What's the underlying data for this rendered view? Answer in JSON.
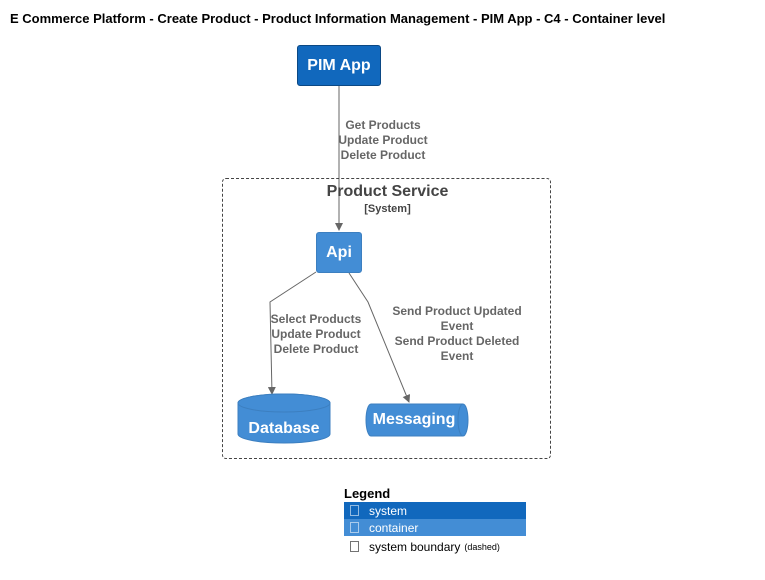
{
  "title": "E Commerce Platform - Create Product - Product Information Management - PIM App - C4 - Container level",
  "nodes": {
    "pim_app": "PIM App",
    "api": "Api",
    "database": "Database",
    "messaging": "Messaging"
  },
  "boundary": {
    "name": "Product Service",
    "type": "[System]"
  },
  "edges": {
    "pim_to_api": [
      "Get Products",
      "Update Product",
      "Delete Product"
    ],
    "api_to_db": [
      "Select Products",
      "Update Product",
      "Delete Product"
    ],
    "api_to_messaging": [
      "Send Product Updated",
      "Event",
      "Send Product Deleted",
      "Event"
    ]
  },
  "legend": {
    "title": "Legend",
    "items": [
      {
        "label": "system",
        "note": "",
        "color": "#1168bd",
        "text_color": "#ffffff"
      },
      {
        "label": "container",
        "note": "",
        "color": "#438dd5",
        "text_color": "#ffffff"
      },
      {
        "label": "system boundary",
        "note": "(dashed)",
        "color": "#ffffff",
        "text_color": "#000000"
      }
    ]
  },
  "colors": {
    "system": "#1168bd",
    "container": "#438dd5",
    "boundary_border": "#444444",
    "edge": "#666666"
  }
}
